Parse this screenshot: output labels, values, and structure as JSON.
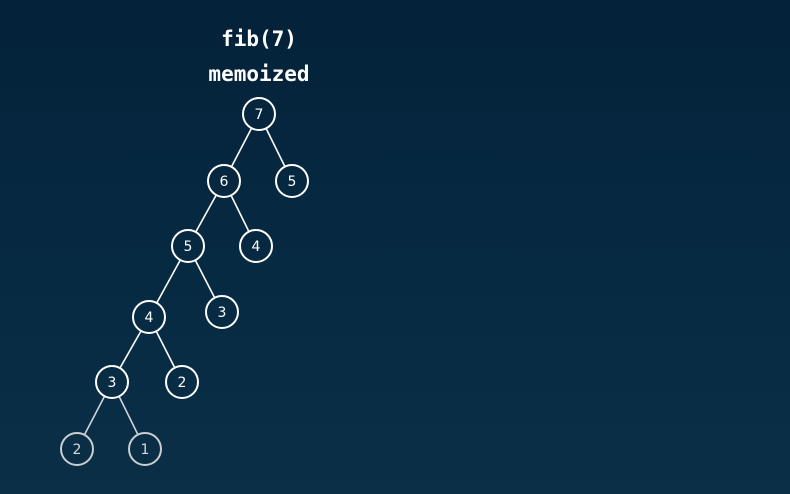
{
  "title": {
    "line1": "fib(7)",
    "line2": "memoized"
  },
  "tree": {
    "nodes": [
      {
        "id": "n7",
        "label": "7"
      },
      {
        "id": "n6",
        "label": "6",
        "parent": "n7"
      },
      {
        "id": "n5r",
        "label": "5",
        "parent": "n7"
      },
      {
        "id": "n5",
        "label": "5",
        "parent": "n6"
      },
      {
        "id": "n4r",
        "label": "4",
        "parent": "n6"
      },
      {
        "id": "n4",
        "label": "4",
        "parent": "n5"
      },
      {
        "id": "n3r",
        "label": "3",
        "parent": "n5"
      },
      {
        "id": "n3",
        "label": "3",
        "parent": "n4"
      },
      {
        "id": "n2r",
        "label": "2",
        "parent": "n4"
      },
      {
        "id": "n2",
        "label": "2",
        "parent": "n3"
      },
      {
        "id": "n1",
        "label": "1",
        "parent": "n3"
      }
    ]
  },
  "colors": {
    "background_top": "#04223a",
    "background_bottom": "#0b2f46",
    "node_stroke": "#ffffff",
    "dim_node_stroke": "#c9ced3"
  }
}
